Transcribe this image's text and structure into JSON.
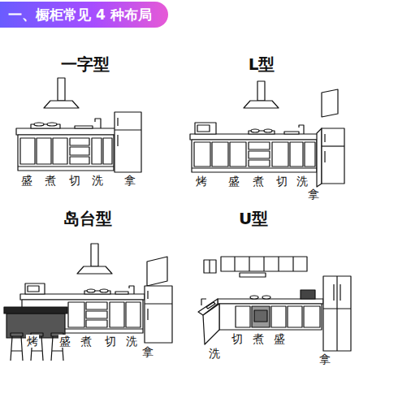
{
  "diagram": {
    "title": "一、橱柜常见 4 种布局",
    "labels": [
      "一字型",
      "L型",
      "盛",
      "煮",
      "切",
      "洗",
      "拿",
      "烤",
      "盛",
      "煮",
      "切",
      "洗",
      "拿",
      "岛台型",
      "U型",
      "烤",
      "盛",
      "煮",
      "切",
      "洗",
      "拿",
      "洗",
      "切",
      "煮",
      "盛",
      "拿"
    ]
  }
}
